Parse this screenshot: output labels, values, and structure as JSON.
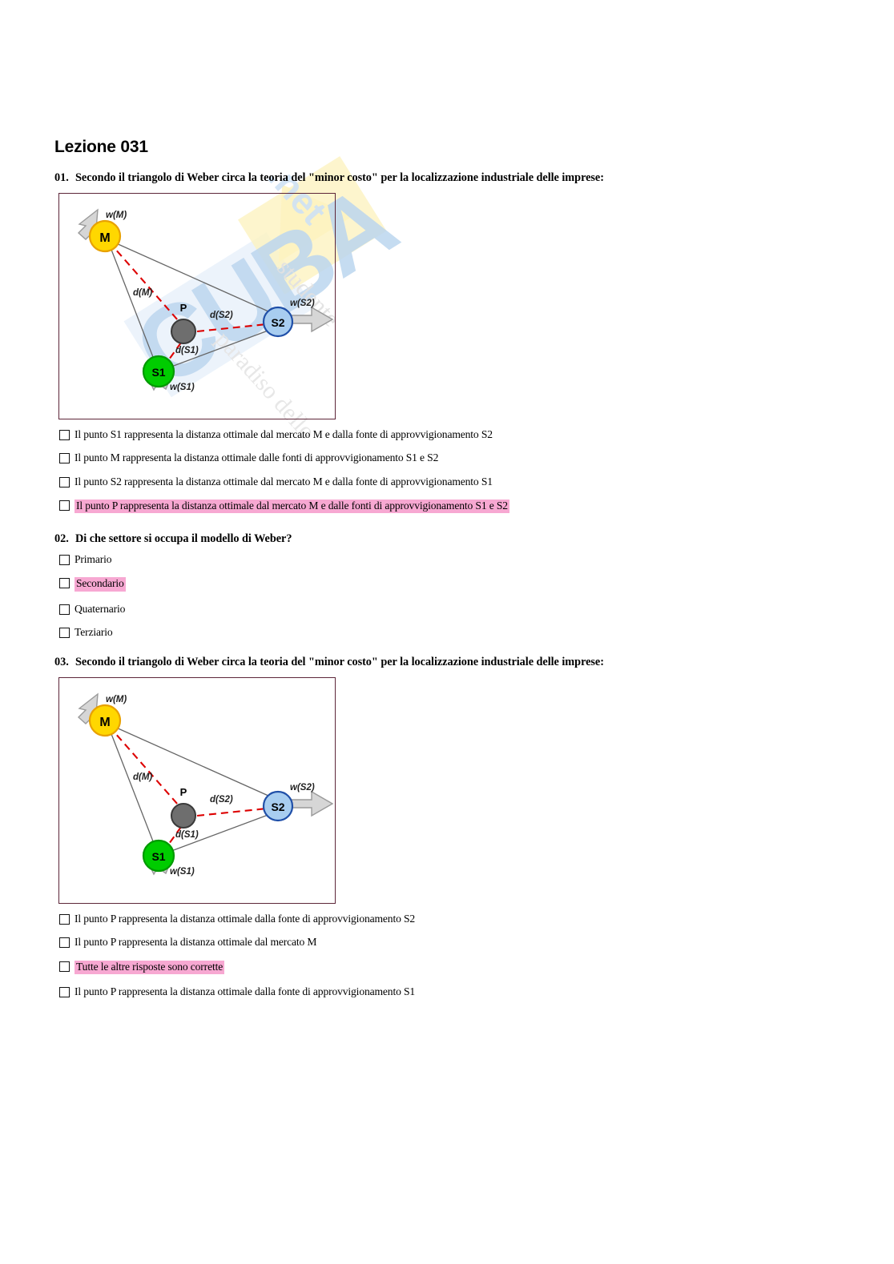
{
  "document": {
    "lesson_title": "Lezione 031",
    "watermark_text": ".net",
    "watermark_subtext": "paradiso dello studente"
  },
  "colors": {
    "highlight": "#f7a8d2",
    "frame_border": "#5d2639",
    "node_market": "#ffd700",
    "node_market_border": "#e8a100",
    "node_s1": "#00cc00",
    "node_s1_border": "#009900",
    "node_s2": "#a8cdf0",
    "node_s2_border": "#1f4fa8",
    "node_p": "#6e6e6e",
    "node_p_border": "#3a3a3a",
    "distance_line": "#dd0000",
    "triangle_line": "#555555",
    "arrow_fill": "#d4d4d4",
    "arrow_border": "#9a9a9a"
  },
  "figure": {
    "name": "weber-triangle",
    "nodes": [
      {
        "id": "M",
        "label": "M",
        "weight_label": "w(M)"
      },
      {
        "id": "S1",
        "label": "S1",
        "weight_label": "w(S1)"
      },
      {
        "id": "S2",
        "label": "S2",
        "weight_label": "w(S2)"
      },
      {
        "id": "P",
        "label": "P",
        "weight_label": ""
      }
    ],
    "distances": [
      {
        "id": "dM",
        "label": "d(M)"
      },
      {
        "id": "dS1",
        "label": "d(S1)"
      },
      {
        "id": "dS2",
        "label": "d(S2)"
      }
    ]
  },
  "questions": [
    {
      "number": "01.",
      "text": "Secondo il triangolo di Weber circa la teoria del \"minor costo\" per la localizzazione industriale delle imprese:",
      "has_figure": true,
      "options": [
        {
          "label": "Il punto S1 rappresenta la distanza ottimale dal mercato M e dalla fonte di approvvigionamento S2",
          "highlighted": false
        },
        {
          "label": "Il punto M rappresenta la distanza ottimale dalle fonti di approvvigionamento S1 e S2",
          "highlighted": false
        },
        {
          "label": "Il punto S2 rappresenta la distanza ottimale dal mercato M e dalla fonte di approvvigionamento S1",
          "highlighted": false
        },
        {
          "label": "Il punto P rappresenta la distanza ottimale dal mercato M e dalle fonti di approvvigionamento S1 e S2",
          "highlighted": true
        }
      ]
    },
    {
      "number": "02.",
      "text": "Di che settore si occupa il modello di Weber?",
      "has_figure": false,
      "options": [
        {
          "label": "Primario",
          "highlighted": false
        },
        {
          "label": "Secondario",
          "highlighted": true
        },
        {
          "label": "Quaternario",
          "highlighted": false
        },
        {
          "label": "Terziario",
          "highlighted": false
        }
      ]
    },
    {
      "number": "03.",
      "text": "Secondo il triangolo di Weber circa la teoria del \"minor costo\" per la localizzazione industriale delle imprese:",
      "has_figure": true,
      "options": [
        {
          "label": "Il punto P rappresenta la distanza ottimale dalla fonte di approvvigionamento S2",
          "highlighted": false
        },
        {
          "label": "Il punto P rappresenta la distanza ottimale dal mercato M",
          "highlighted": false
        },
        {
          "label": "Tutte le altre risposte sono corrette",
          "highlighted": true
        },
        {
          "label": "Il punto P rappresenta la distanza ottimale dalla fonte di approvvigionamento S1",
          "highlighted": false
        }
      ]
    }
  ]
}
